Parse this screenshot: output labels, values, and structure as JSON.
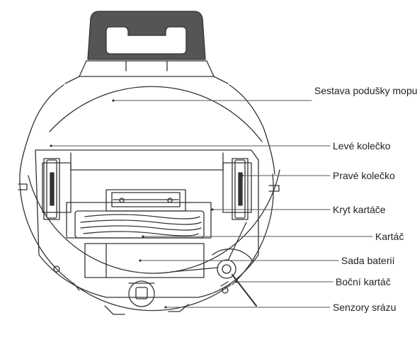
{
  "diagram": {
    "subject": "robot-vacuum-bottom-view",
    "callouts": [
      {
        "id": "mop-pad-assembly",
        "text": "Sestava podušky mopu"
      },
      {
        "id": "left-wheel",
        "text": "Levé kolečko"
      },
      {
        "id": "right-wheel",
        "text": "Pravé kolečko"
      },
      {
        "id": "brush-cover",
        "text": "Kryt kartáče"
      },
      {
        "id": "main-brush",
        "text": "Kartáč"
      },
      {
        "id": "battery-pack",
        "text": "Sada baterií"
      },
      {
        "id": "side-brush",
        "text": "Boční kartáč"
      },
      {
        "id": "cliff-sensors",
        "text": "Senzory srázu"
      }
    ],
    "colors": {
      "line": "#333333",
      "fill": "#ffffff",
      "pad": "#555555",
      "text": "#222222"
    }
  }
}
